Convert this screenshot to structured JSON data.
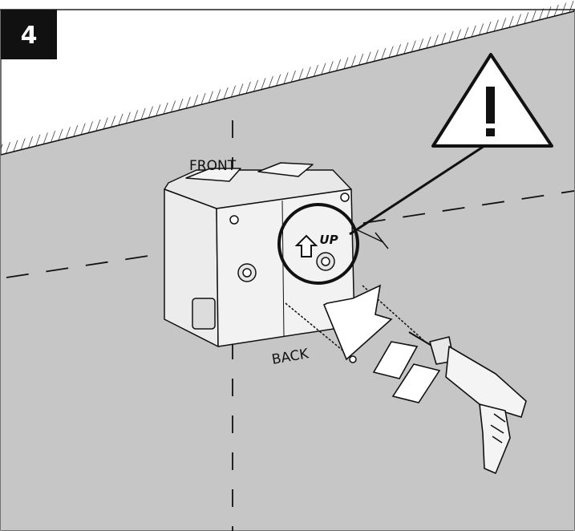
{
  "step": {
    "number": "4"
  },
  "labels": {
    "front": "FRONT",
    "back": "BACK",
    "up": "UP"
  },
  "icons": {
    "warning": "warning-triangle-icon",
    "up_arrow": "up-arrow-icon",
    "drill": "power-drill-icon"
  },
  "colors": {
    "wall": "#c6c6c6",
    "ceiling": "#ffffff",
    "line": "#111111",
    "badge": "#111111"
  }
}
